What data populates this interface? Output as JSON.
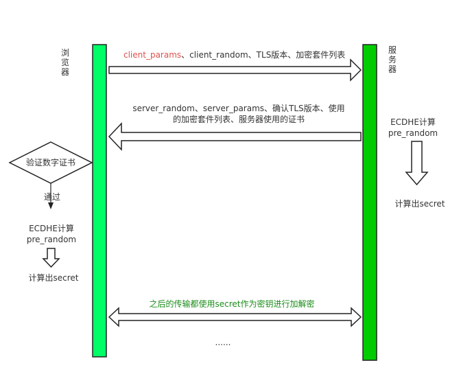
{
  "lanes": {
    "browser": {
      "label": "浏览器",
      "color": "#00ff66"
    },
    "server": {
      "label": "服务器",
      "color": "#00cc00"
    }
  },
  "messages": {
    "client_hello": {
      "params": "client_params",
      "rest": "、client_random、TLS版本、加密套件列表",
      "params_color": "#e0504a"
    },
    "server_hello": {
      "line1": "server_random、server_params、确认TLS版本、使用",
      "line2": "的加密套件列表、服务器使用的证书"
    },
    "encrypted": {
      "label": "之后的传输都使用secret作为密钥进行加解密",
      "color": "#1a8c1a"
    },
    "ellipsis": "......"
  },
  "browser_steps": {
    "verify": "验证数字证书",
    "pass": "通过",
    "ecdhe_line1": "ECDHE计算",
    "ecdhe_line2": "pre_random",
    "secret": "计算出secret"
  },
  "server_steps": {
    "ecdhe_line1": "ECDHE计算",
    "ecdhe_line2": "pre_random",
    "secret": "计算出secret"
  }
}
